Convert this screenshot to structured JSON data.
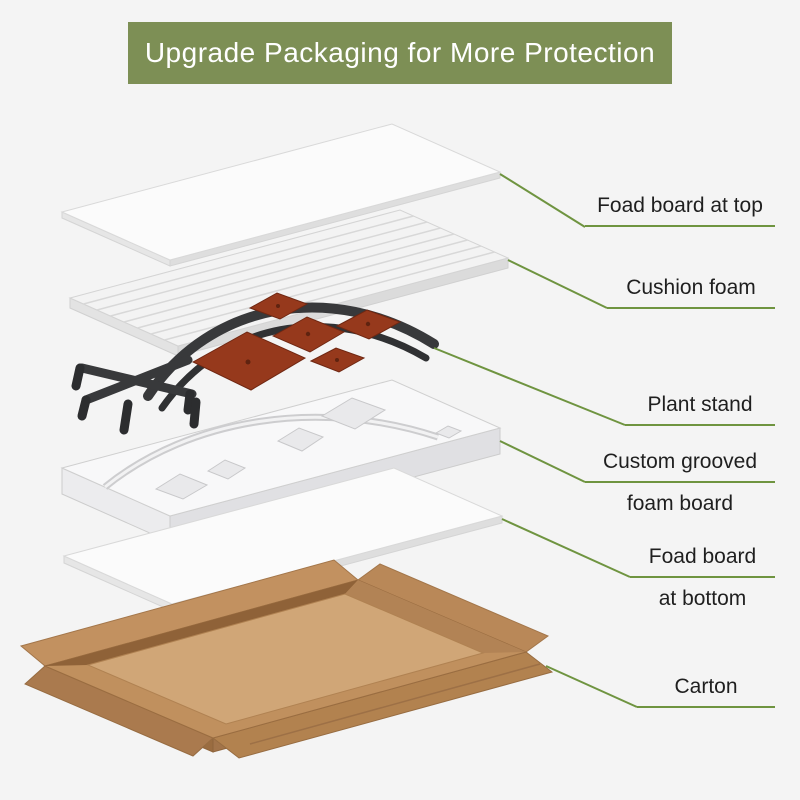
{
  "background_color": "#f4f4f4",
  "banner": {
    "text": "Upgrade Packaging for More Protection",
    "bg_color": "#7d8f55",
    "text_color": "#ffffff"
  },
  "leader": {
    "color": "#6f9440"
  },
  "labels": [
    {
      "id": "foad-board-top",
      "line1": "Foad board at top"
    },
    {
      "id": "cushion-foam",
      "line1": "Cushion foam"
    },
    {
      "id": "plant-stand",
      "line1": "Plant stand"
    },
    {
      "id": "custom-grooved-foam-board",
      "line1": "Custom grooved",
      "line2": "foam board"
    },
    {
      "id": "foad-board-bottom",
      "line1": "Foad board",
      "line2": "at bottom"
    },
    {
      "id": "carton",
      "line1": "Carton"
    }
  ],
  "layers": {
    "foad_board_top": {
      "color": "#fbfbfb"
    },
    "cushion_foam": {
      "color": "#f3f3f3"
    },
    "plant_stand": {
      "frame_color": "#38393b",
      "platform_color": "#96391c"
    },
    "grooved_foam_board": {
      "color": "#f8f8f9"
    },
    "foad_board_bottom": {
      "color": "#fbfbfb"
    },
    "carton": {
      "color": "#c0905e"
    }
  }
}
